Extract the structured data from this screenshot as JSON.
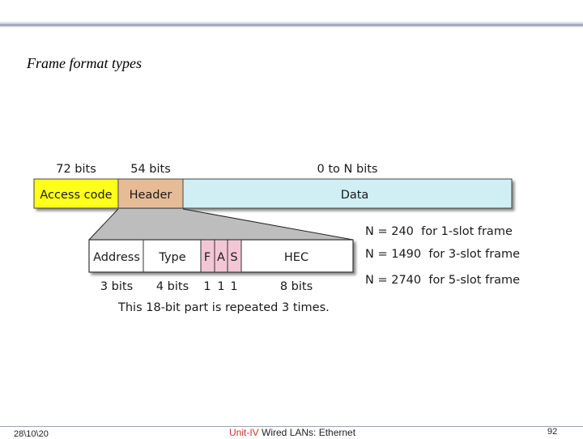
{
  "slide": {
    "title": "Frame format types"
  },
  "frame": {
    "sizes": {
      "access": "72 bits",
      "header": "54 bits",
      "data": "0 to N bits"
    },
    "fields": {
      "access": "Access code",
      "header": "Header",
      "data": "Data"
    },
    "colors": {
      "access": "#ffff1a",
      "header": "#e6bc96",
      "data": "#cfeff5"
    }
  },
  "header_detail": {
    "fields": {
      "address": "Address",
      "type": "Type",
      "f": "F",
      "a": "A",
      "s": "S",
      "hec": "HEC"
    },
    "bits": {
      "address": "3 bits",
      "type": "4 bits",
      "f": "1",
      "a": "1",
      "s": "1",
      "hec": "8 bits"
    },
    "note": "This 18-bit part is repeated 3 times.",
    "flag_color": "#f3c6d6"
  },
  "n_values": [
    "N = 240  for 1-slot frame",
    "N = 1490  for 3-slot frame",
    "N = 2740  for 5-slot frame"
  ],
  "footer": {
    "date": "28\\10\\20",
    "unit": "Unit-IV",
    "topic": " Wired LANs: Ethernet",
    "page": "92"
  }
}
